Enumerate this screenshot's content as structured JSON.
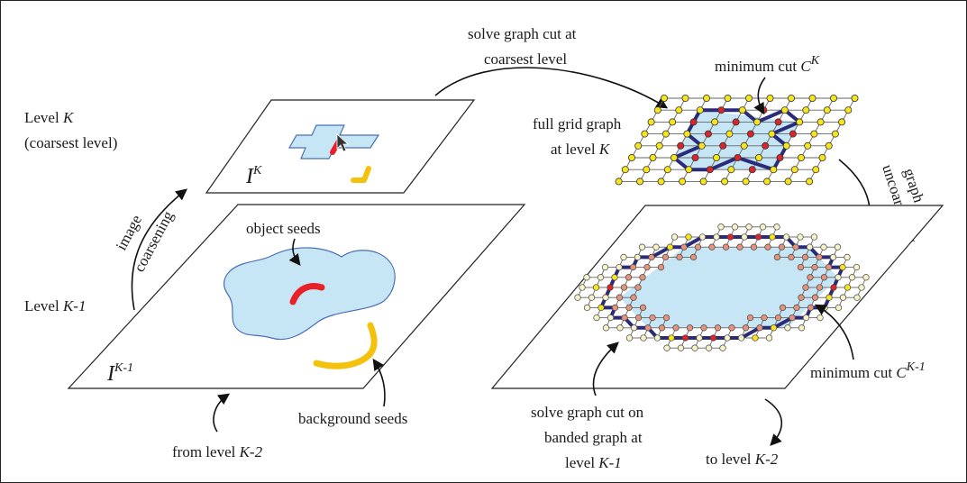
{
  "labels": {
    "level_k_line1": "Level ",
    "level_k_var": "K",
    "level_k_line2": "(coarsest level)",
    "level_k1_prefix": "Level ",
    "level_k1_var": "K-1",
    "image_coarsening_1": "image",
    "image_coarsening_2": "coarsening",
    "object_seeds": "object seeds",
    "background_seeds": "background seeds",
    "from_level_prefix": "from level ",
    "from_level_var": "K-2",
    "solve_top_1": "solve graph cut at",
    "solve_top_2": "coarsest level",
    "minimum_cut_prefix": "minimum cut ",
    "minimum_cut_var": "C",
    "minimum_cut_sup": "K",
    "full_grid_1": "full grid graph",
    "full_grid_2_prefix": "at level ",
    "full_grid_2_var": "K",
    "graph_uncoarsening_1": "graph",
    "graph_uncoarsening_2": "uncoarsening",
    "minimum_cut2_prefix": "minimum cut ",
    "minimum_cut2_var": "C",
    "minimum_cut2_sup": "K-1",
    "solve_band_1": "solve graph cut on",
    "solve_band_2": "banded graph at",
    "solve_band_3_prefix": "level ",
    "solve_band_3_var": "K-1",
    "to_level_prefix": "to level ",
    "to_level_var": "K-2",
    "plane_k_main": "I",
    "plane_k_sup": "K",
    "plane_k1_main": "I",
    "plane_k1_sup": "K-1"
  },
  "colors": {
    "region_fill": "#c6e6f5",
    "region_stroke": "#4a6fb5",
    "object_seed": "#e8202a",
    "background_seed": "#f4c20d",
    "node_yellow": "#f6e51c",
    "node_red": "#d8262b",
    "node_salmon": "#e6937c",
    "node_pale": "#f7f3c8",
    "cut_line": "#2b2b7a"
  }
}
